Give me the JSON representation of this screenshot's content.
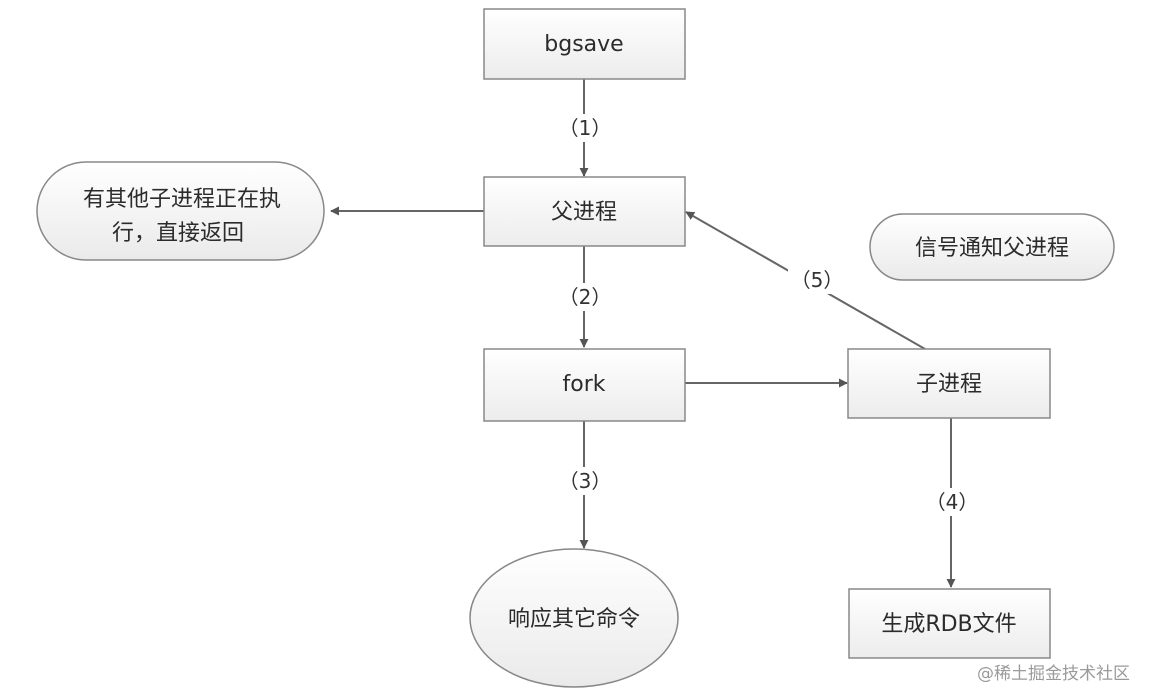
{
  "nodes": {
    "bgsave": "bgsave",
    "parent": "父进程",
    "busy_line1": "有其他子进程正在执",
    "busy_line2": "行，直接返回",
    "signal": "信号通知父进程",
    "fork": "fork",
    "child": "子进程",
    "respond": "响应其它命令",
    "rdb": "生成RDB文件"
  },
  "steps": {
    "s1": "（1）",
    "s2": "（2）",
    "s3": "（3）",
    "s4": "（4）",
    "s5": "（5）"
  },
  "watermark": "@稀土掘金技术社区"
}
